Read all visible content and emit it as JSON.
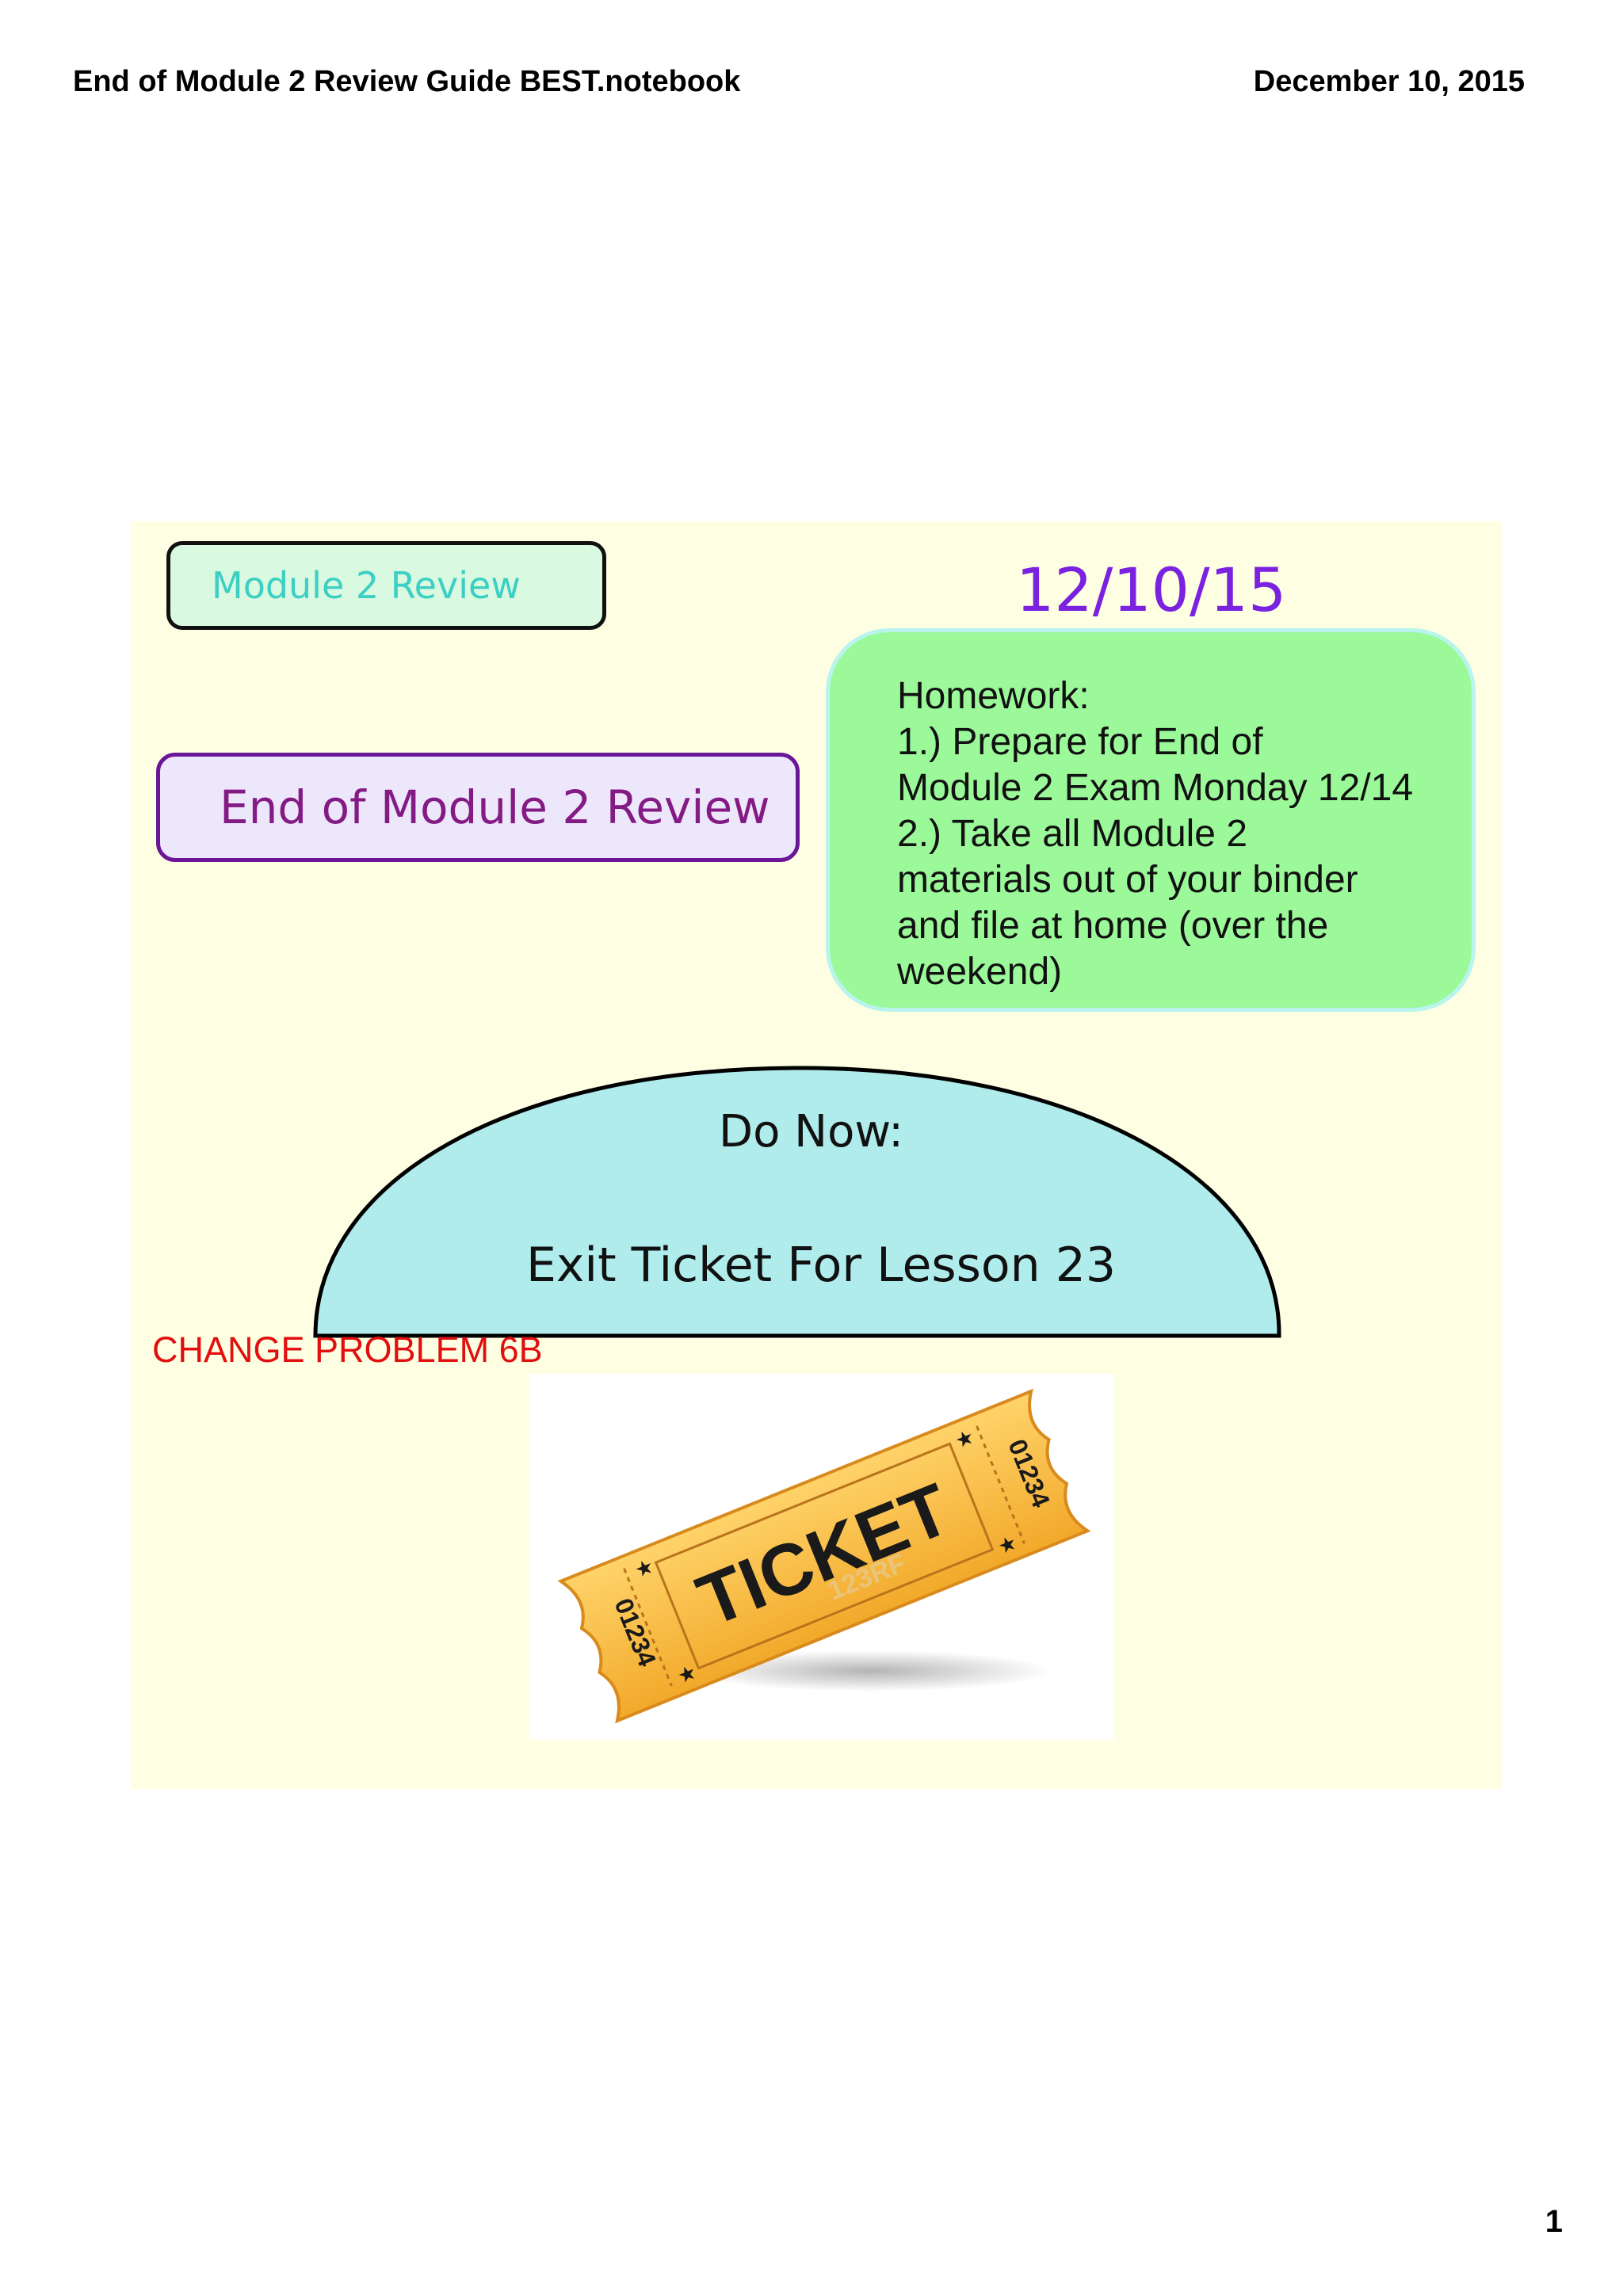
{
  "header": {
    "title": "End of Module 2 Review Guide BEST.notebook",
    "date": "December 10, 2015"
  },
  "board": {
    "module_label": "Module 2 Review",
    "date": "12/10/15",
    "main_title": "End of Module 2 Review",
    "homework": {
      "lines": [
        "Homework:",
        "1.)  Prepare for End of",
        "Module 2 Exam Monday 12/14",
        "2.)  Take all Module 2",
        "materials out of your binder",
        "and file at home (over the",
        "weekend)"
      ]
    },
    "do_now": {
      "heading": "Do Now:",
      "task": "Exit Ticket For Lesson 23"
    },
    "note": "CHANGE PROBLEM 6B",
    "ticket_image": {
      "main_text": "TICKET",
      "serial": "01234",
      "watermark": "123RF",
      "colors": {
        "ticket": "#f7b43a",
        "ticket_edge": "#d98a1c",
        "text": "#1a1a1a"
      }
    }
  },
  "footer": {
    "page_number": "1"
  },
  "colors": {
    "board_bg": "#fefee3",
    "homework_bg": "#9cf99a",
    "dome_bg": "#b0ecec",
    "date_color": "#7b22e0",
    "note_color": "#e10f0f"
  }
}
